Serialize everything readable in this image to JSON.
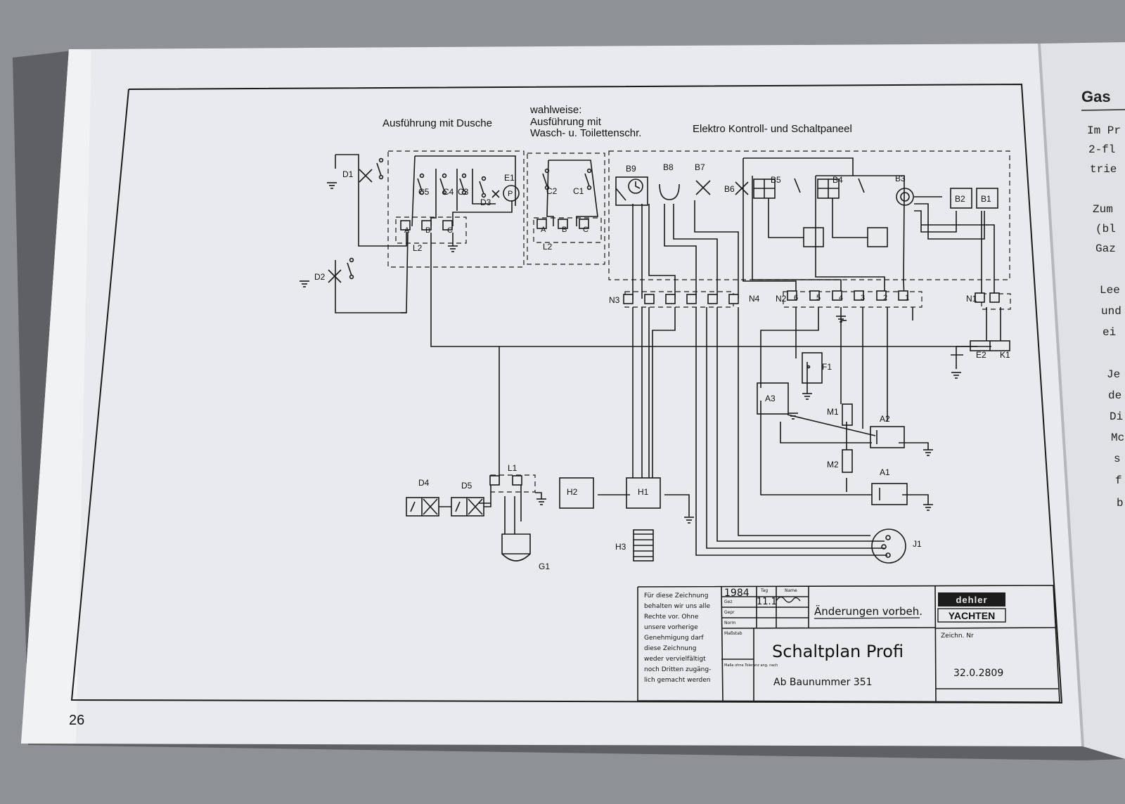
{
  "page": {
    "number": "26"
  },
  "headings": {
    "dusche": "Ausführung mit Dusche",
    "wahlweise_1": "wahlweise:",
    "wahlweise_2": "Ausführung mit",
    "wahlweise_3": "Wasch- u. Toilettenschr.",
    "panel": "Elektro Kontroll- und Schaltpaneel"
  },
  "components": {
    "D1": "D1",
    "D2": "D2",
    "D3": "D3",
    "D4": "D4",
    "D5": "D5",
    "C1": "C1",
    "C2": "C2",
    "C3": "C3",
    "C4": "C4",
    "C5": "C5",
    "E1": "E1",
    "E2": "E2",
    "K1": "K1",
    "B1": "B1",
    "B2": "B2",
    "B3": "B3",
    "B4": "B4",
    "B5": "B5",
    "B6": "B6",
    "B7": "B7",
    "B8": "B8",
    "B9": "B9",
    "N1": "N1",
    "N2": "N2",
    "N3": "N3",
    "N4": "N4",
    "L1": "L1",
    "L2a": "L2",
    "L2b": "L2",
    "F1": "F1",
    "A1": "A1",
    "A2": "A2",
    "A3": "A3",
    "M1": "M1",
    "M2": "M2",
    "H1": "H1",
    "H2": "H2",
    "H3": "H3",
    "G1": "G1",
    "J1": "J1",
    "P": "P"
  },
  "terminals": {
    "t1": [
      "A",
      "B",
      "C"
    ],
    "t2": [
      "A",
      "B",
      "C"
    ],
    "n2": [
      "6",
      "5",
      "4",
      "3",
      "2",
      "1"
    ]
  },
  "title_block": {
    "notice": [
      "Für diese Zeichnung",
      "behalten wir uns alle",
      "Rechte vor. Ohne",
      "unsere vorherige",
      "Genehmigung darf",
      "diese Zeichnung",
      "weder vervielfältigt",
      "noch Dritten zugäng-",
      "lich gemacht werden"
    ],
    "year": "1984",
    "tag_label": "Tag",
    "name_label": "Name",
    "gez_label": "Gez",
    "gepr_label": "Gepr",
    "norm_label": "Norm",
    "massstab_label": "Maßstab",
    "masse_label": "Maße ohne Toleranz ang. nach",
    "date": "11.1",
    "changes": "Änderungen vorbeh.",
    "logo_top": "dehler",
    "logo_bottom": "YACHTEN",
    "title": "Schaltplan Profi",
    "subtitle": "Ab Baunummer  351",
    "zeichn_label": "Zeichn. Nr",
    "zeichn_nr": "32.0.2809"
  },
  "right_page": {
    "heading": "Gas",
    "lines": [
      "Im Pr",
      "2-fl",
      "trie",
      "Zum",
      "(bl",
      "Gaz",
      "Lee",
      "und",
      "ei",
      "Je",
      "de",
      "Di",
      "Mc",
      "s",
      "f",
      "b"
    ]
  },
  "colors": {
    "paper": "#e9ebee",
    "ink": "#1a1a1a",
    "background": "#8e9196"
  }
}
